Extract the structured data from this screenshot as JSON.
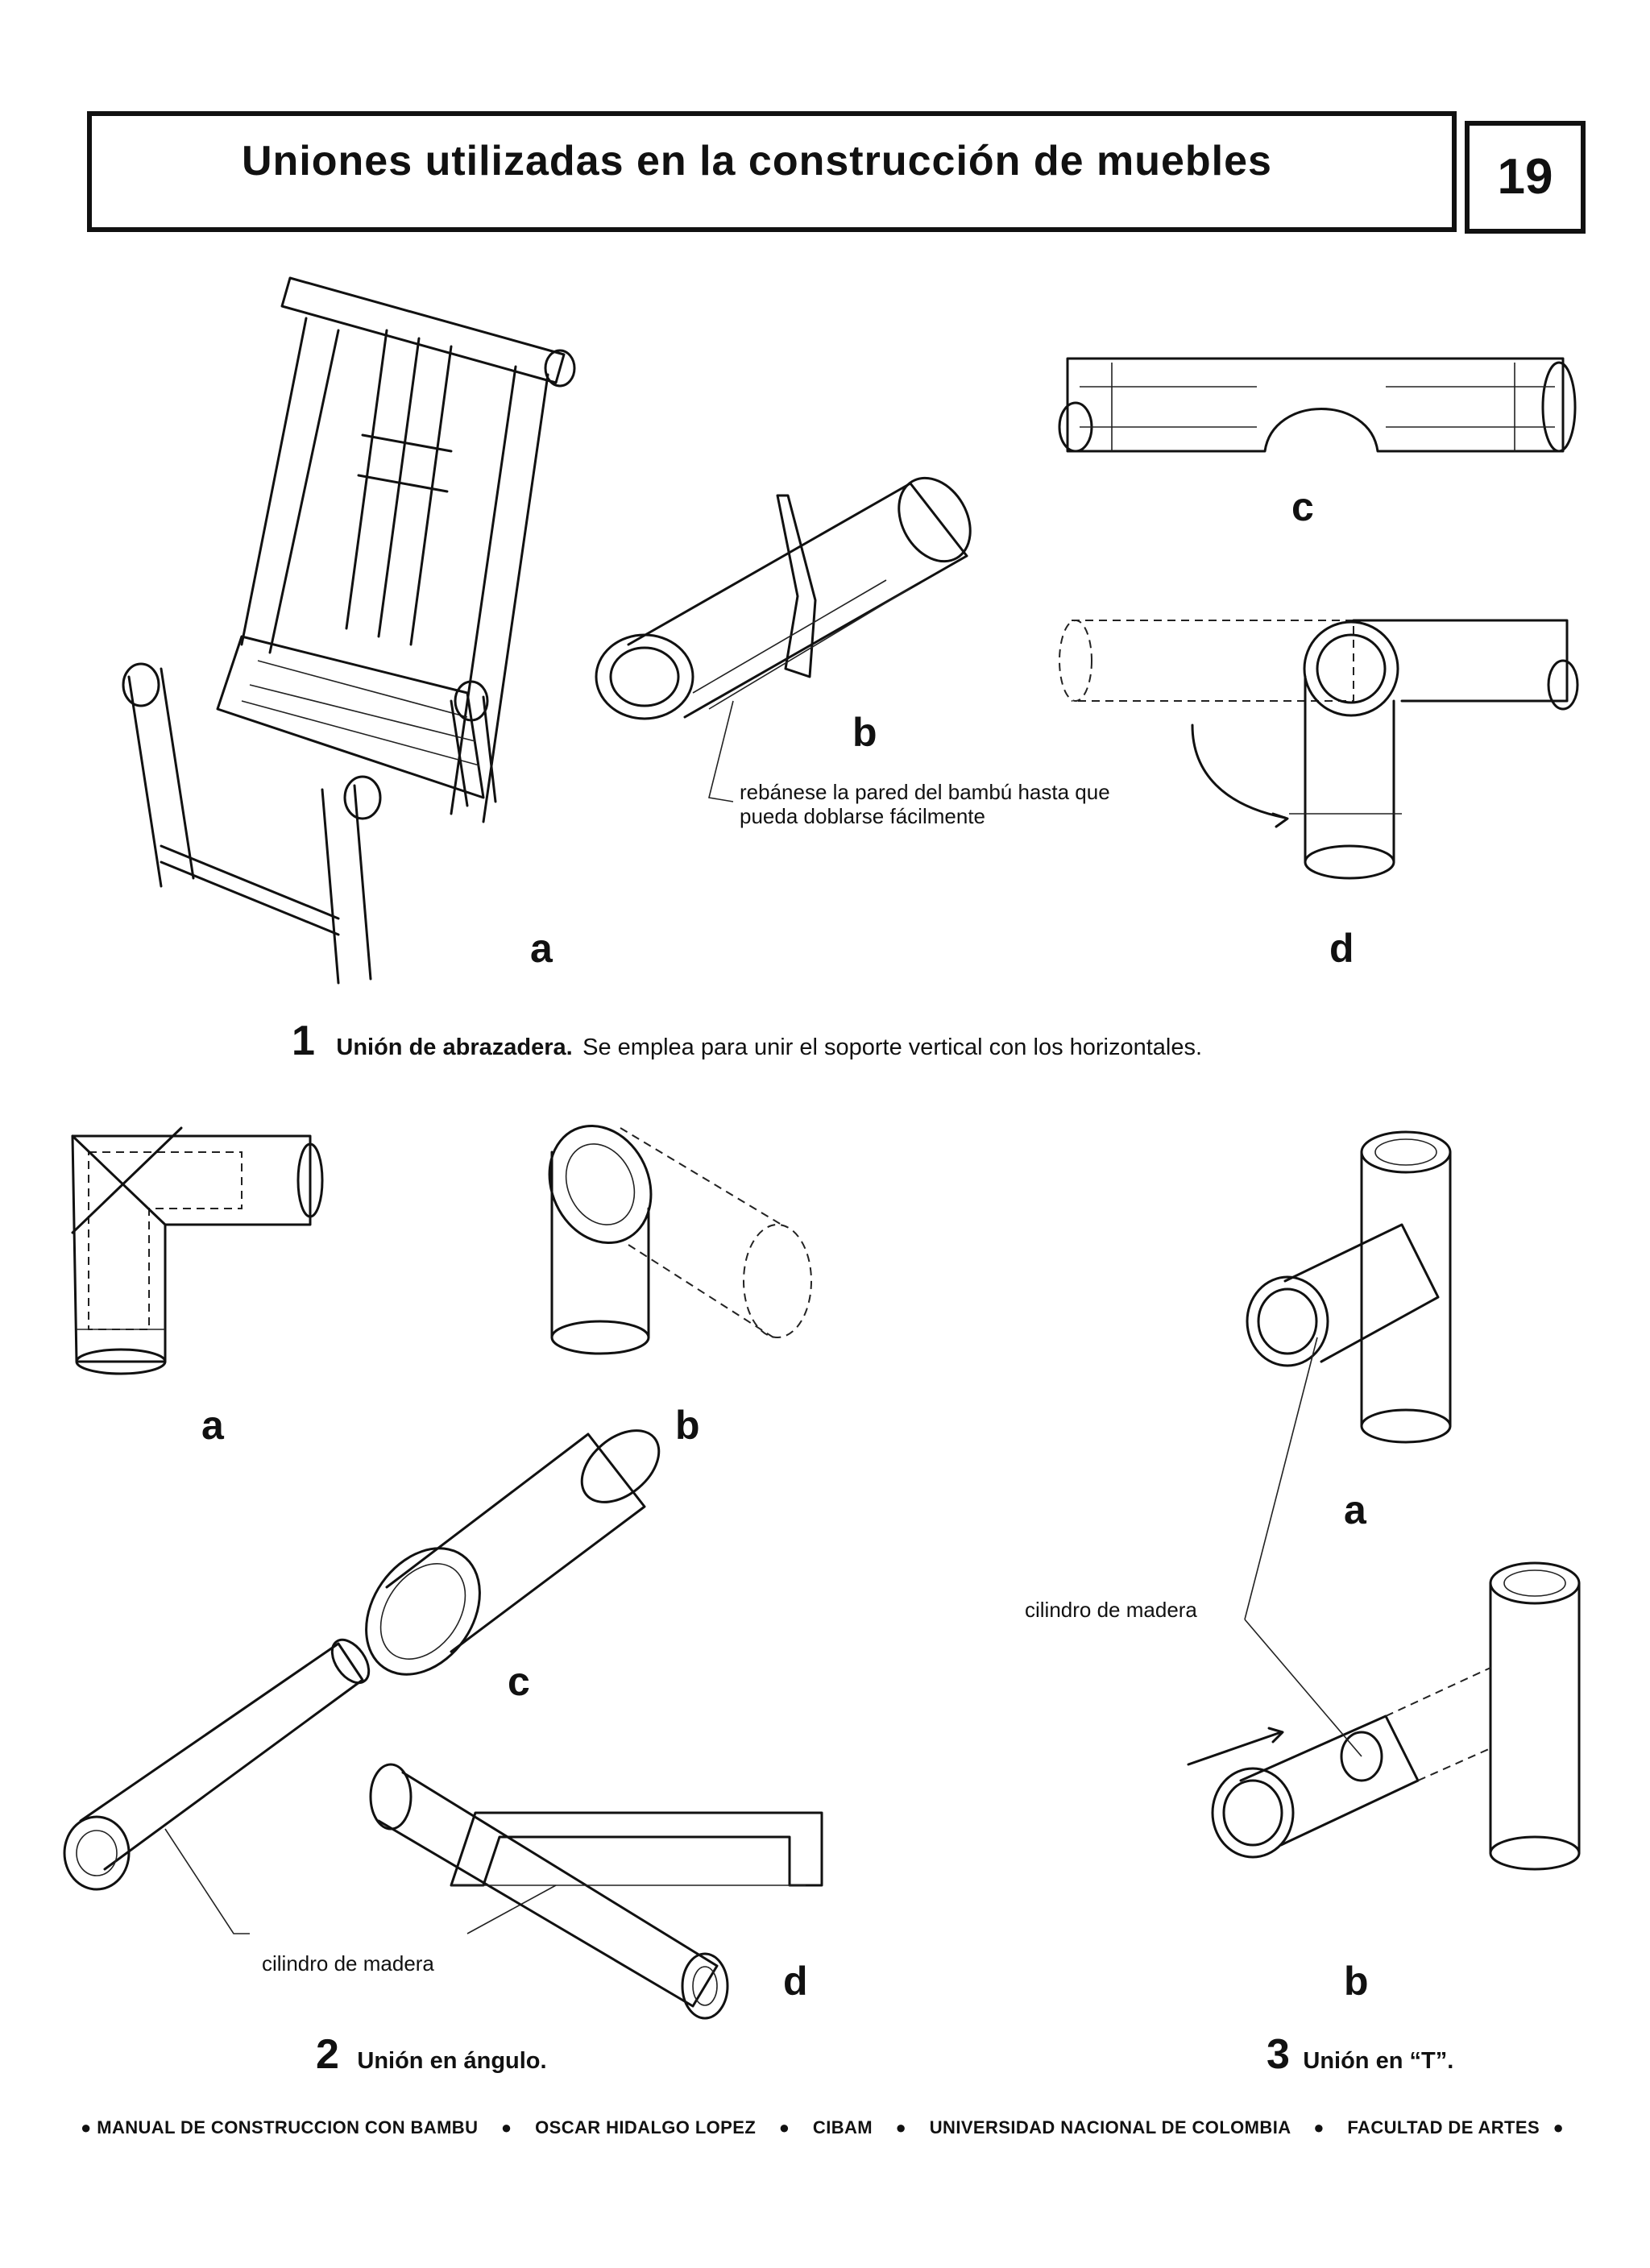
{
  "header": {
    "title": "Uniones utilizadas en la construcción de muebles",
    "page_number": "19"
  },
  "section1": {
    "labels": {
      "a": "a",
      "b": "b",
      "c": "c",
      "d": "d"
    },
    "note": [
      "rebánese la pared del bambú hasta que",
      "pueda doblarse fácilmente"
    ],
    "caption": {
      "number": "1",
      "title": "Unión de abrazadera.",
      "text": "Se emplea para unir el soporte  vertical con los horizontales."
    }
  },
  "section2": {
    "labels": {
      "a": "a",
      "b": "b",
      "c": "c",
      "d": "d"
    },
    "note": "cilindro de madera",
    "caption": {
      "number": "2",
      "title": "Unión en ángulo."
    }
  },
  "section3": {
    "labels": {
      "a": "a",
      "b": "b"
    },
    "note": "cilindro de madera",
    "caption": {
      "number": "3",
      "title": "Unión en “T”."
    }
  },
  "footer": {
    "items": [
      "MANUAL DE CONSTRUCCION CON BAMBU",
      "OSCAR HIDALGO LOPEZ",
      "CIBAM",
      "UNIVERSIDAD NACIONAL DE COLOMBIA",
      "FACULTAD DE ARTES"
    ],
    "bullet": "●"
  }
}
